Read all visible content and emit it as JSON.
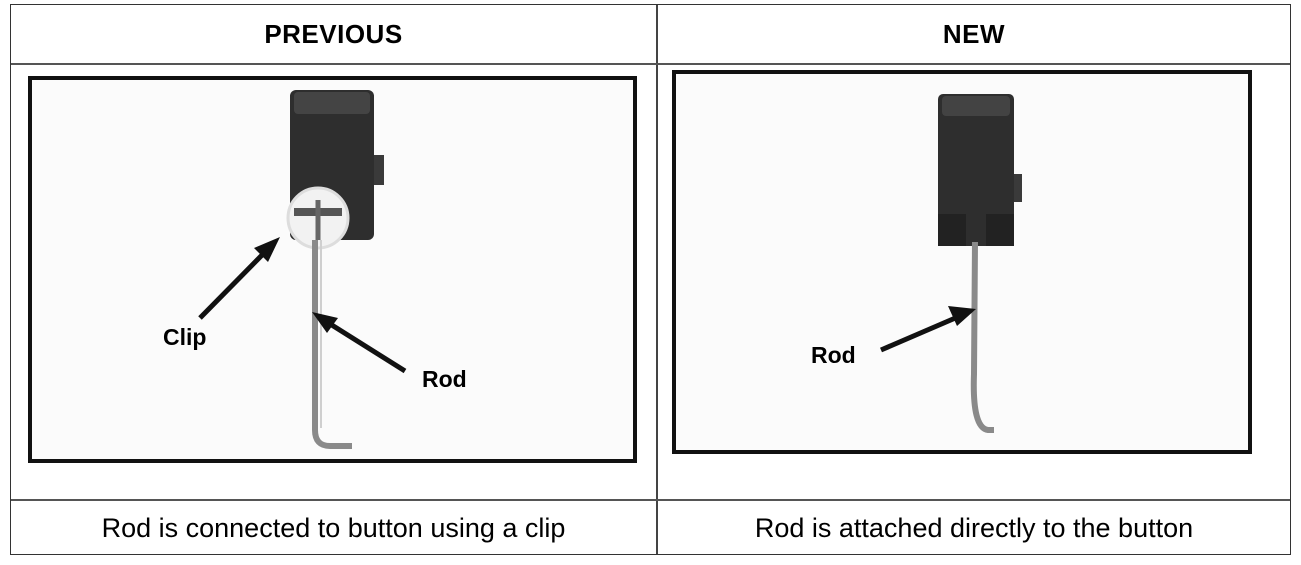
{
  "columns": {
    "previous": {
      "header": "PREVIOUS",
      "caption": "Rod is connected to button using a clip",
      "callouts": {
        "clip": "Clip",
        "rod": "Rod"
      }
    },
    "new": {
      "header": "NEW",
      "caption": "Rod is attached directly to the button",
      "callouts": {
        "rod": "Rod"
      }
    }
  },
  "colors": {
    "ink": "#111111",
    "button": "#2e2e2e",
    "rod": "#9a9a9a"
  }
}
